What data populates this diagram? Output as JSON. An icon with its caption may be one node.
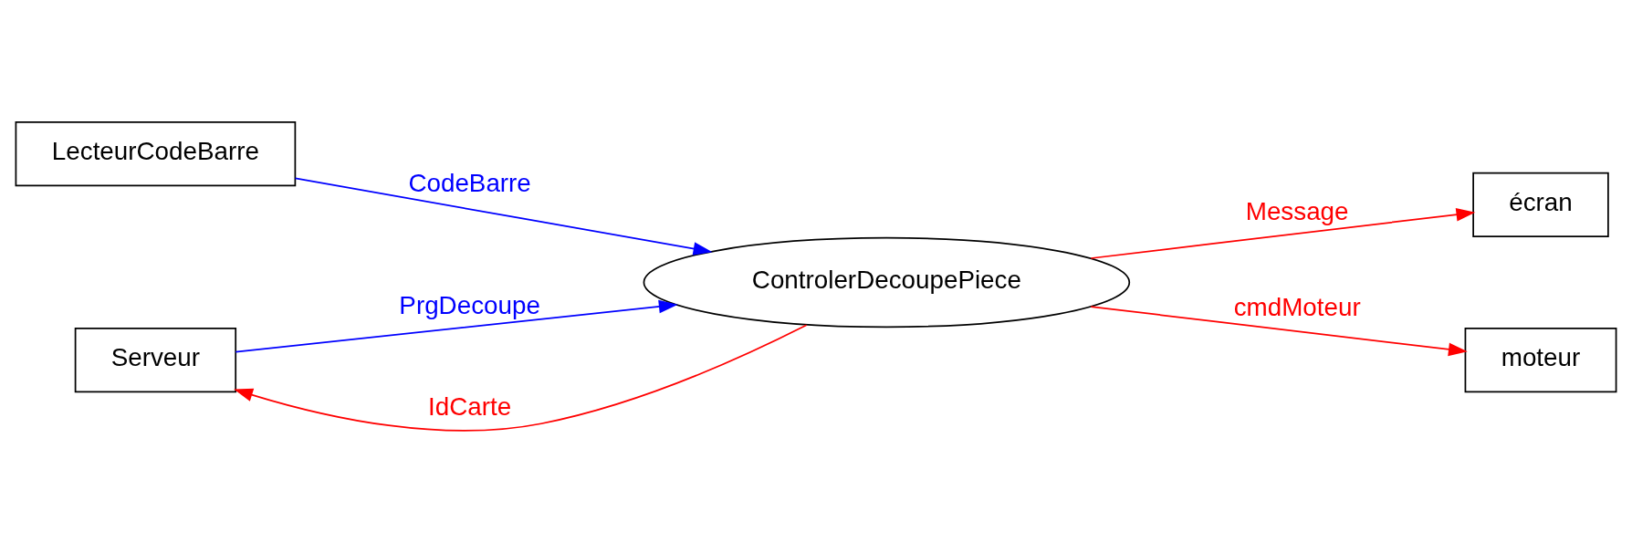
{
  "diagram": {
    "nodes": [
      {
        "text": [
          "LecteurCodeBarre"
        ]
      },
      {
        "text": [
          "ControlerDecoupePiece"
        ]
      },
      {
        "text": [
          "écran"
        ]
      },
      {
        "text": [
          "Serveur"
        ]
      },
      {
        "text": [
          "moteur"
        ]
      }
    ],
    "edges": [
      {
        "from": 0,
        "to": 1,
        "arrow": "to",
        "label": "CodeBarre",
        "color": "#0000ff"
      },
      {
        "from": 1,
        "to": 2,
        "arrow": "to",
        "label": "Message",
        "color": "#ff0000"
      },
      {
        "from": 1,
        "to": 3,
        "arrow": "to",
        "label": "IdCarte",
        "color": "#ff0000"
      },
      {
        "from": 3,
        "to": 1,
        "arrow": "to",
        "label": "PrgDecoupe",
        "color": "#0000ff"
      },
      {
        "from": 1,
        "to": 4,
        "arrow": "to",
        "label": "cmdMoteur",
        "color": "#ff0000"
      }
    ]
  }
}
